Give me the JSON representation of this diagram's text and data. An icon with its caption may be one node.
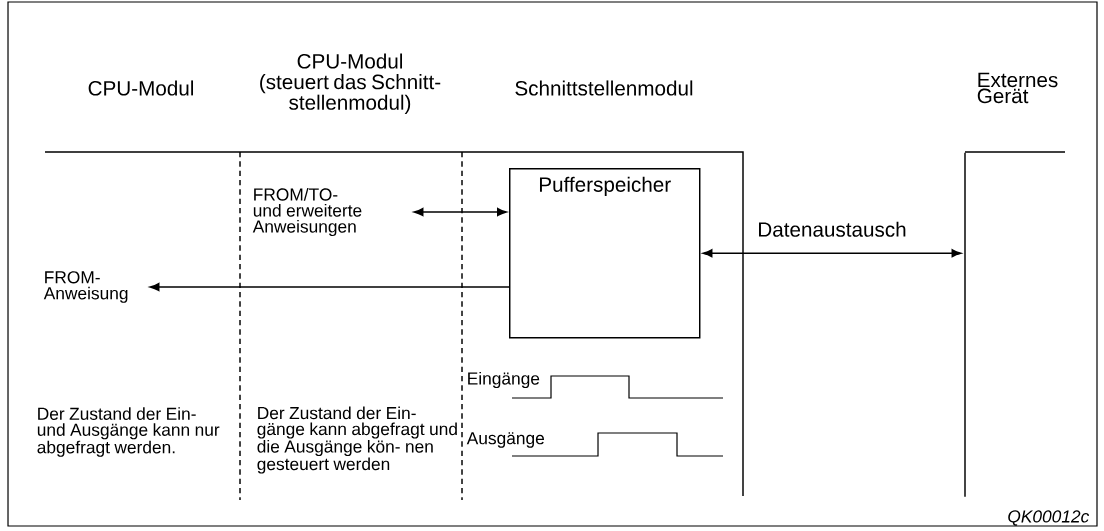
{
  "diagram": {
    "nodes": [
      {
        "text": [
          "Pufferspeicher"
        ]
      },
      {
        "text": [
          "FROM/TO- und erweiterte Anweisungen"
        ]
      },
      {
        "text": [
          "FROM- Anweisung"
        ]
      },
      {
        "text": [],
        "shape": "bar"
      }
    ],
    "edges": [
      {
        "from": 1,
        "to": 0,
        "arrow": "both"
      },
      {
        "from": 0,
        "to": 2,
        "arrow": "to"
      },
      {
        "from": 0,
        "to": 3,
        "arrow": "both",
        "label": "Datenaustausch"
      }
    ],
    "labels": [
      "CPU-Modul",
      "CPU-Modul",
      "(steuert das Schnitt- stellenmodul)",
      "Schnittstellenmodul",
      "Externes Gerät",
      "Der Zustand der Ein- und Ausgänge kann nur abgefragt werden.",
      "Der Zustand der Ein- gänge kann abgefragt und die Ausgänge kön- nen gesteuert werden",
      "Eingänge",
      "Ausgänge",
      "QK00012c"
    ]
  }
}
